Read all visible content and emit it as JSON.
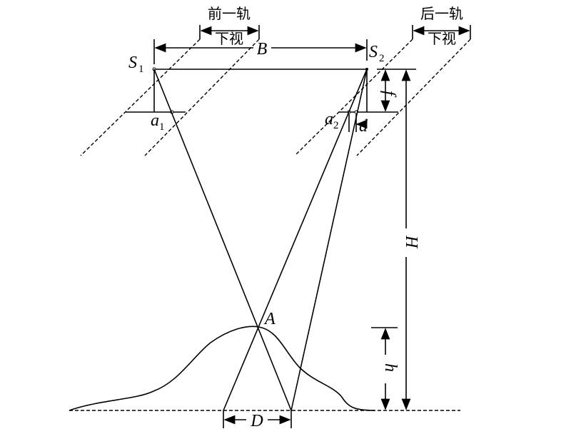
{
  "labels": {
    "s1": "S",
    "s1_sub": "1",
    "s2": "S",
    "s2_sub": "2",
    "a1": "a",
    "a1_sub": "1",
    "a2": "a",
    "a2_sub": "2",
    "baseline": "B",
    "focal": "f",
    "d": "d",
    "height_H": "H",
    "height_h": "h",
    "point_A": "A",
    "D": "D",
    "prev_track_line1": "前一轨",
    "prev_track_line2": "下视",
    "next_track_line1": "后一轨",
    "next_track_line2": "下视"
  }
}
